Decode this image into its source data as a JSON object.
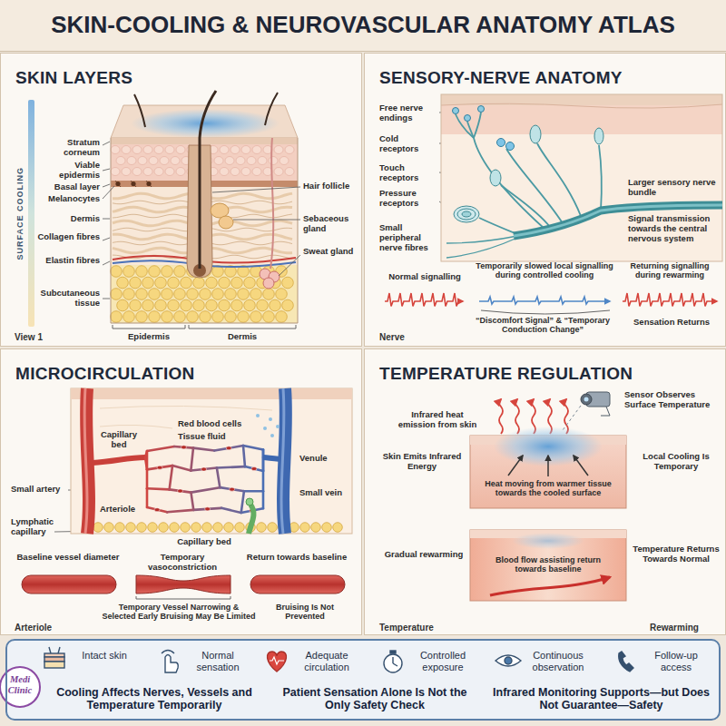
{
  "diagram": {
    "title": "SKIN-COOLING & NEUROVASCULAR ANATOMY ATLAS",
    "nodes": [
      {
        "text": [
          "SKIN LAYERS"
        ]
      },
      {
        "text": [
          "SENSORY-NERVE ANATOMY"
        ]
      },
      {
        "text": [
          "MICROCIRCULATION"
        ]
      },
      {
        "text": [
          "TEMPERATURE REGULATION"
        ]
      },
      {
        "text": [
          "Intact skin",
          "Normal sensation",
          "Adequate circulation",
          "Controlled exposure",
          "Continuous observation",
          "Follow-up access",
          "Cooling Affects Nerves, Vessels and Temperature Temporarily",
          "Patient Sensation Alone Is Not the Only Safety Check",
          "Infrared Monitoring Supports—but Does Not Guarantee—Safety"
        ]
      }
    ],
    "labels": [
      "SURFACE COOLING",
      "Stratum corneum",
      "Viable epidermis",
      "Basal layer",
      "Melanocytes",
      "Dermis",
      "Collagen fibres",
      "Elastin fibres",
      "Subcutaneous tissue",
      "Hair follicle",
      "Sebaceous gland",
      "Sweat gland",
      "Epidermis",
      "Dermis",
      "View 1",
      "Free nerve endings",
      "Cold receptors",
      "Touch receptors",
      "Pressure receptors",
      "Small peripheral nerve fibres",
      "Larger sensory nerve bundle",
      "Signal transmission towards the central nervous system",
      "Normal signalling",
      "Temporarily slowed local signalling during controlled cooling",
      "Returning signalling during rewarming",
      "“Discomfort Signal” & “Temporary Conduction Change”",
      "Sensation Returns",
      "Nerve",
      "Capillary bed",
      "Red blood cells",
      "Tissue fluid",
      "Small artery",
      "Arteriole",
      "Lymphatic capillary",
      "Venule",
      "Small vein",
      "Capillary bed",
      "Baseline vessel diameter",
      "Temporary vasoconstriction",
      "Return towards baseline",
      "Temporary Vessel Narrowing & Selected Early Bruising May Be Limited",
      "Bruising Is Not Prevented",
      "Arteriole",
      "Infrared heat emission from skin",
      "Sensor Observes Surface Temperature",
      "Skin Emits Infrared Energy",
      "Local Cooling Is Temporary",
      "Heat moving from warmer tissue towards the cooled surface",
      "Gradual rewarming",
      "Temperature Returns Towards Normal",
      "Blood flow assisting return towards baseline",
      "Temperature",
      "Rewarming",
      "Medi Clinic"
    ]
  }
}
